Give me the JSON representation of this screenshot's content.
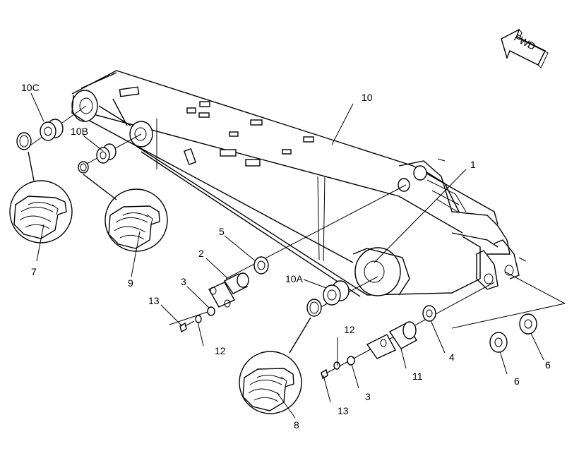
{
  "direction_label": "FWD",
  "colors": {
    "ink": "#000000",
    "paper": "#ffffff"
  },
  "callouts": [
    "1",
    "2",
    "3",
    "3",
    "4",
    "5",
    "6",
    "6",
    "7",
    "8",
    "9",
    "10",
    "10A",
    "10B",
    "10C",
    "11",
    "12",
    "12",
    "13",
    "13"
  ]
}
